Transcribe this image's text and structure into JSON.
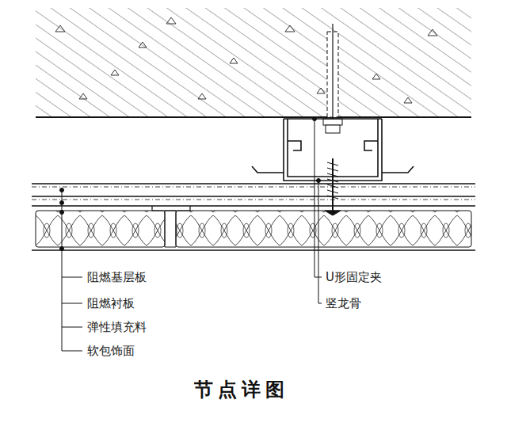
{
  "diagram": {
    "title": "节点详图",
    "labels": [
      "阻燃基层板",
      "阻燃衬板",
      "弹性填充料",
      "软包饰面",
      "U形固定夹",
      "竖龙骨"
    ]
  }
}
